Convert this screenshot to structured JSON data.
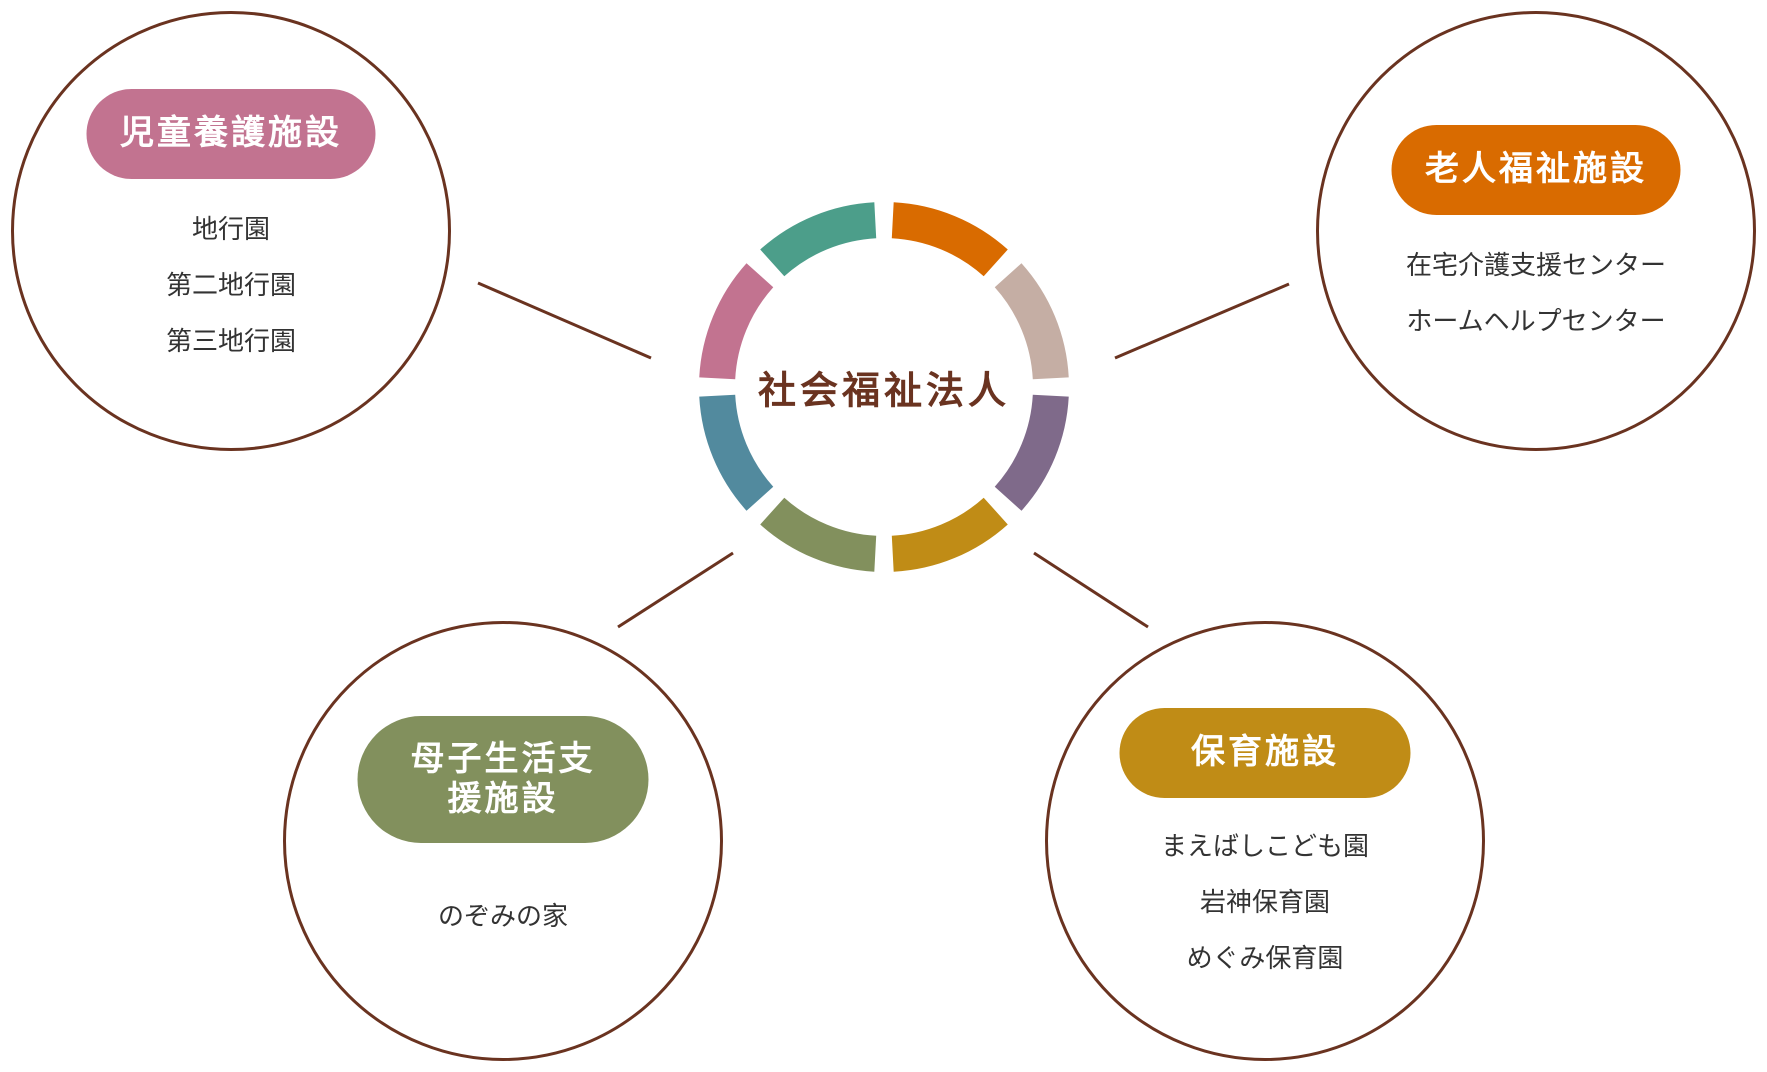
{
  "center": {
    "label": "社会福祉法人",
    "ring_colors": [
      "#d96b00",
      "#c5aea4",
      "#7f6a8a",
      "#c08c16",
      "#82905d",
      "#528a9e",
      "#c27390",
      "#4c9e8a"
    ]
  },
  "line_color": "#6a3320",
  "groups": [
    {
      "title": "児童養護施設",
      "color": "#c27390",
      "items": [
        "地行園",
        "第二地行園",
        "第三地行園"
      ]
    },
    {
      "title": "老人福祉施設",
      "color": "#d96b00",
      "items": [
        "在宅介護支援センター",
        "ホームヘルプセンター"
      ]
    },
    {
      "title": "母子生活支援施設",
      "color": "#82905d",
      "items": [
        "のぞみの家"
      ]
    },
    {
      "title": "保育施設",
      "color": "#c08c16",
      "items": [
        "まえばしこども園",
        "岩神保育園",
        "めぐみ保育園"
      ]
    }
  ]
}
